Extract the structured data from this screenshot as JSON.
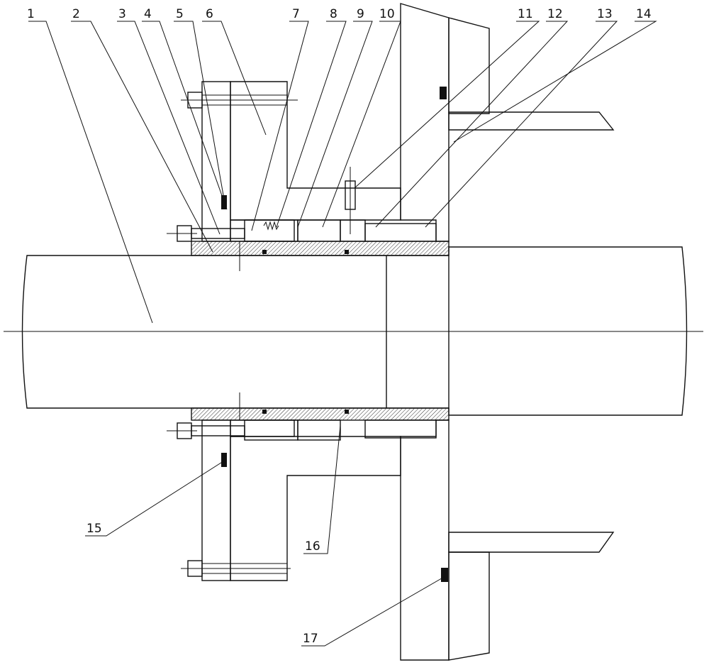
{
  "figure": {
    "labels": [
      "1",
      "2",
      "3",
      "4",
      "5",
      "6",
      "7",
      "8",
      "9",
      "10",
      "11",
      "12",
      "13",
      "14",
      "15",
      "16",
      "17"
    ]
  },
  "colors": {
    "line": "#111111",
    "sleeve": "#7a7a7a",
    "seal": "#111111"
  }
}
